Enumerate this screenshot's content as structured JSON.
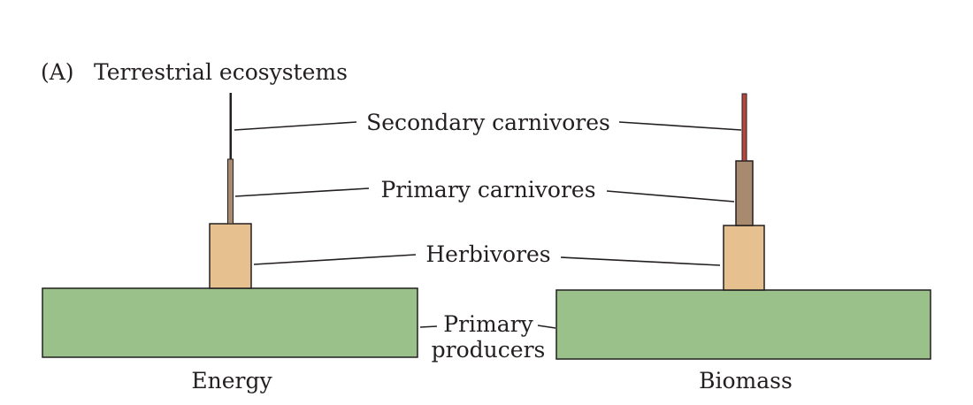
{
  "figure": {
    "panel_label": "(A)",
    "panel_title": "Terrestrial ecosystems"
  },
  "levels": {
    "secondary_carnivores": "Secondary carnivores",
    "primary_carnivores": "Primary carnivores",
    "herbivores": "Herbivores",
    "primary_producers_line1": "Primary",
    "primary_producers_line2": "producers"
  },
  "pyramids": {
    "energy": {
      "caption": "Energy"
    },
    "biomass": {
      "caption": "Biomass"
    }
  },
  "colors": {
    "primary_producers": "#9bc18b",
    "herbivores": "#e6c08e",
    "primary_carnivores": "#a88a6e",
    "secondary_carnivores_energy": "#231f20",
    "secondary_carnivores_biomass": "#b5483f",
    "outline": "#231f20"
  }
}
